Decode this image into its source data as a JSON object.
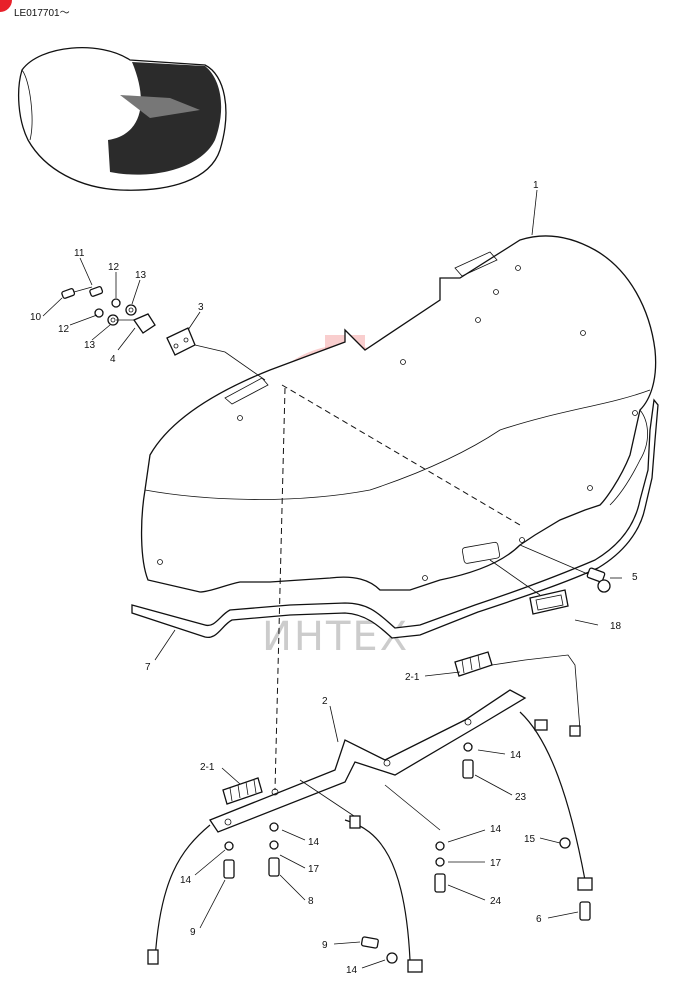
{
  "header": {
    "serial_range": "LE017701～"
  },
  "watermark": {
    "text": "ИНТЕХ",
    "color": "#f4a6a6"
  },
  "callouts": {
    "c1": "1",
    "c2": "2",
    "c2_1a": "2-1",
    "c2_1b": "2-1",
    "c3": "3",
    "c4": "4",
    "c5": "5",
    "c6": "6",
    "c7": "7",
    "c8": "8",
    "c9a": "9",
    "c9b": "9",
    "c10": "10",
    "c11": "11",
    "c12a": "12",
    "c12b": "12",
    "c13a": "13",
    "c13b": "13",
    "c14a": "14",
    "c14b": "14",
    "c14c": "14",
    "c14d": "14",
    "c14e": "14",
    "c15": "15",
    "c17a": "17",
    "c17b": "17",
    "c18": "18",
    "c23": "23",
    "c24": "24"
  }
}
